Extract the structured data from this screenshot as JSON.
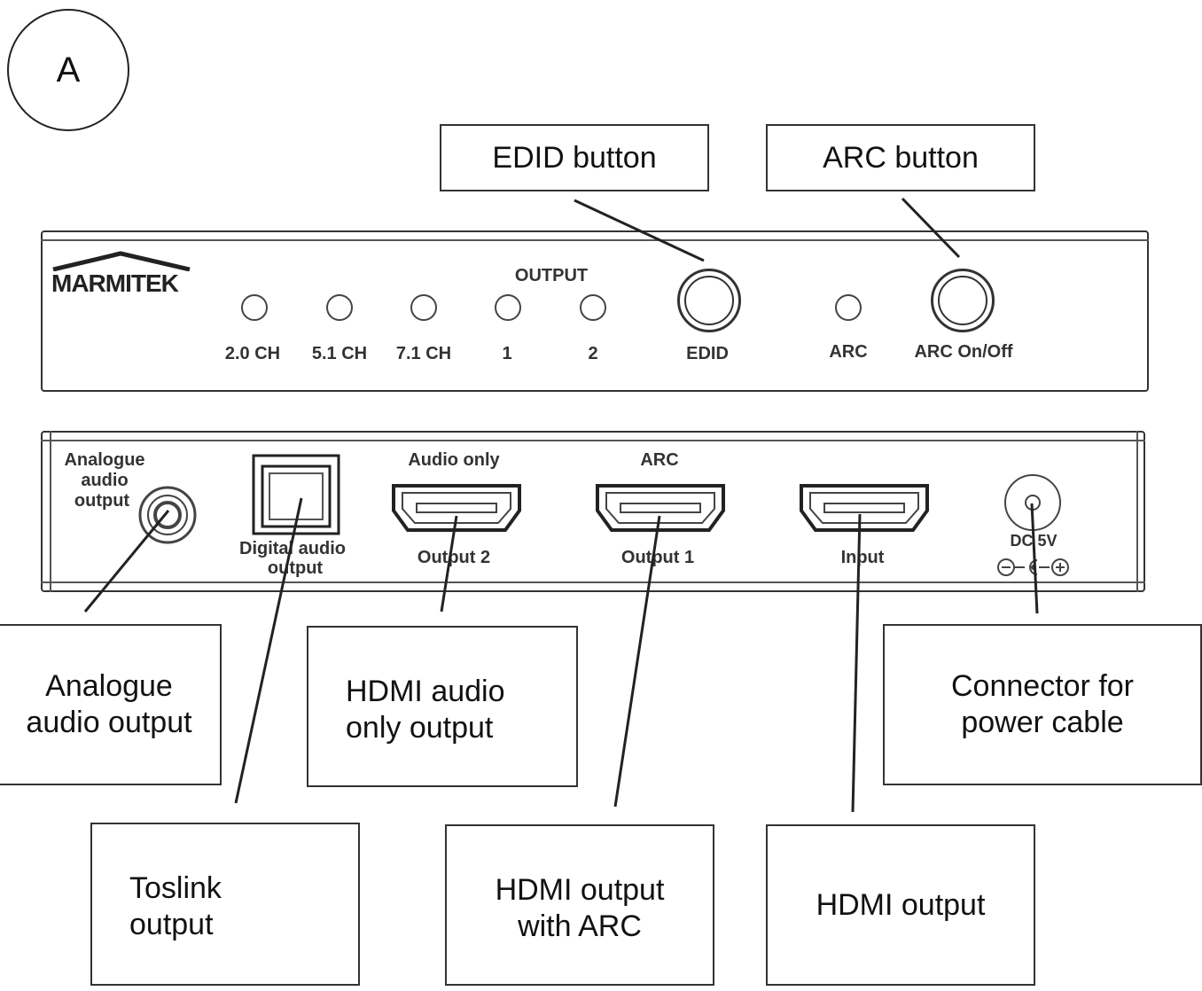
{
  "figure_label": "A",
  "callouts": {
    "edid_button": "EDID button",
    "arc_button": "ARC button",
    "analogue_line1": "Analogue",
    "analogue_line2": "audio output",
    "hdmi_audio_line1": "HDMI audio",
    "hdmi_audio_line2": "only output",
    "power_line1": "Connector for",
    "power_line2": "power cable",
    "toslink_line1": "Toslink",
    "toslink_line2": "output",
    "hdmi_arc_line1": "HDMI output",
    "hdmi_arc_line2": "with ARC",
    "hdmi_output": "HDMI output"
  },
  "front_panel": {
    "logo": "MARMITEK",
    "output_heading": "OUTPUT",
    "leds": [
      "2.0 CH",
      "5.1 CH",
      "7.1 CH",
      "1",
      "2"
    ],
    "edid_label": "EDID",
    "arc_led_label": "ARC",
    "arc_toggle_label": "ARC On/Off"
  },
  "rear_panel": {
    "analogue_line1": "Analogue",
    "analogue_line2": "audio",
    "analogue_line3": "output",
    "digital_line1": "Digital audio",
    "digital_line2": "output",
    "audio_only": "Audio only",
    "output2": "Output 2",
    "arc": "ARC",
    "output1": "Output 1",
    "input": "Input",
    "dc": "DC 5V"
  }
}
